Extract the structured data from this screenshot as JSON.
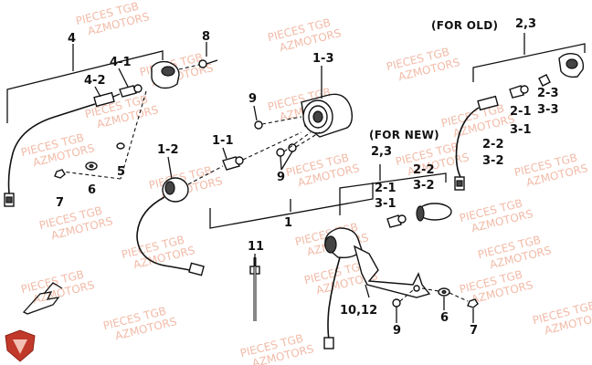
{
  "headers": {
    "old": "(FOR OLD)",
    "new": "(FOR NEW)"
  },
  "labels": {
    "p4": "4",
    "p4_1": "4-1",
    "p4_2": "4-2",
    "p8": "8",
    "p1_3": "1-3",
    "p9a": "9",
    "p1_1": "1-1",
    "p9b": "9",
    "p1_2": "1-2",
    "p1": "1",
    "p5": "5",
    "p6a": "6",
    "p7a": "7",
    "p11": "11",
    "p2_3_old": "2,3",
    "p2_3a_old": "2-3",
    "p3_3_old": "3-3",
    "p2_1_old": "2-1",
    "p3_1_old": "3-1",
    "p2_2_old": "2-2",
    "p3_2_old": "3-2",
    "p2_3_new": "2,3",
    "p2_1_new": "2-1",
    "p3_1_new": "3-1",
    "p2_2_new": "2-2",
    "p3_2_new": "3-2",
    "p10_12": "10,12",
    "p9c": "9",
    "p6b": "6",
    "p7b": "7"
  },
  "watermarks": [
    "PIECES TGB",
    "AZMOTORS"
  ],
  "colors": {
    "watermark": "#f0b09a",
    "logo": "#c0392b",
    "ink": "#111111"
  },
  "icons": {
    "logo": "red-shield-logo-icon",
    "arrow": "front-direction-arrow-icon"
  }
}
